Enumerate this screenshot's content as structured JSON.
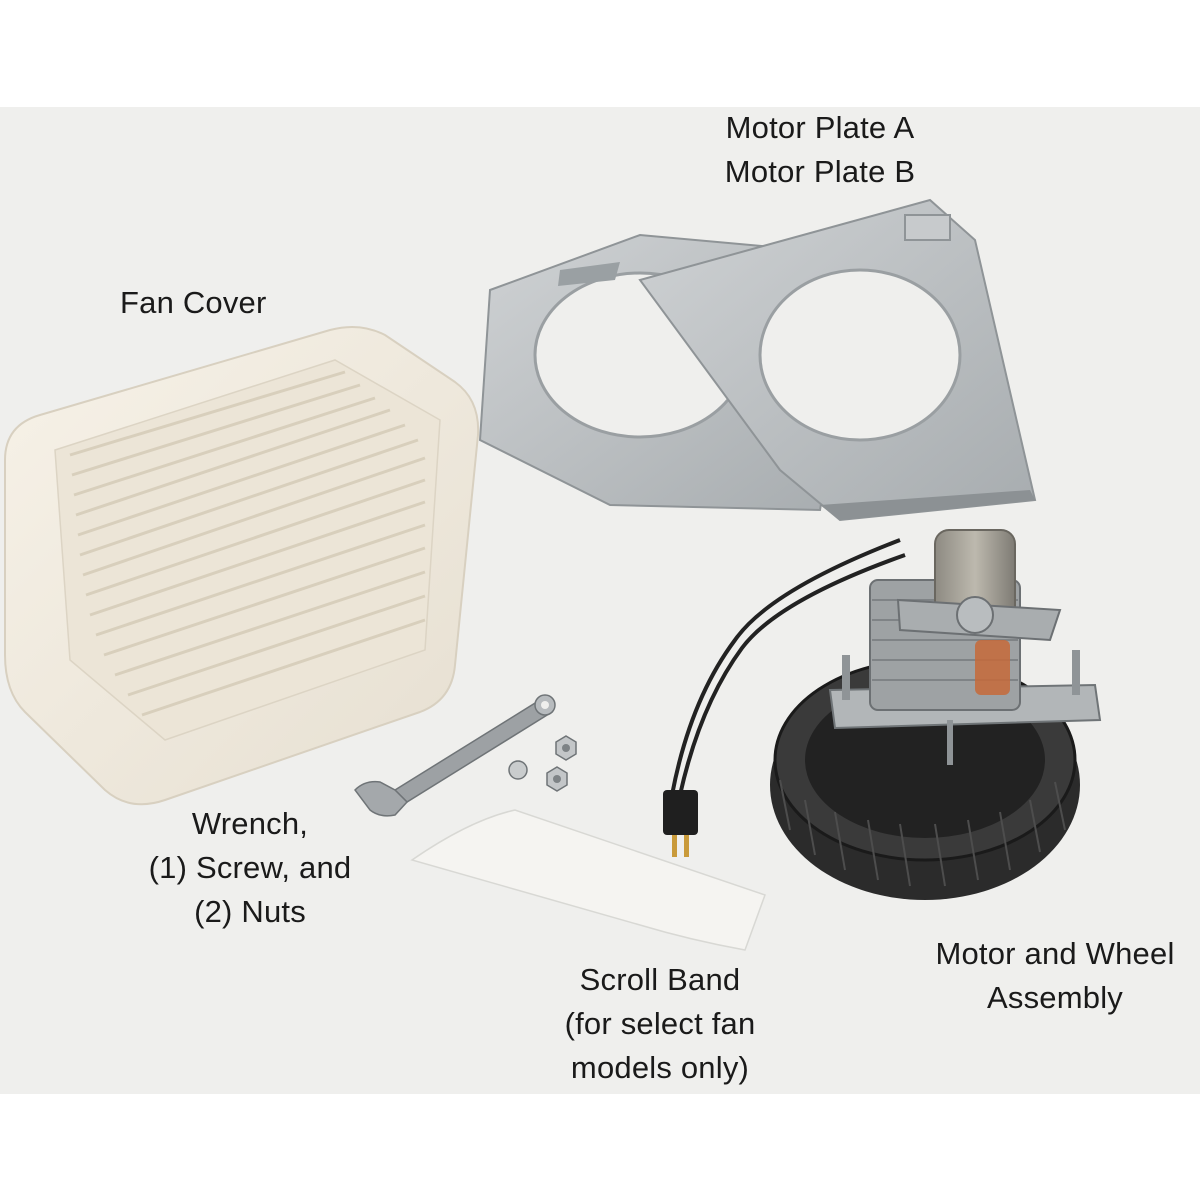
{
  "labels": {
    "motor_plate": [
      "Motor Plate A",
      "Motor Plate B"
    ],
    "fan_cover": [
      "Fan Cover"
    ],
    "wrench": [
      "Wrench,",
      "(1) Screw, and",
      "(2) Nuts"
    ],
    "motor_wheel": [
      "Motor and Wheel",
      "Assembly"
    ],
    "scroll_band": [
      "Scroll Band",
      "(for select fan",
      "models only)"
    ]
  },
  "colors": {
    "background": "#efefed",
    "cover": "#f1ebdf",
    "plate": "#b9bdbf",
    "wheel": "#2b2b2b",
    "text": "#1a1a1a"
  }
}
